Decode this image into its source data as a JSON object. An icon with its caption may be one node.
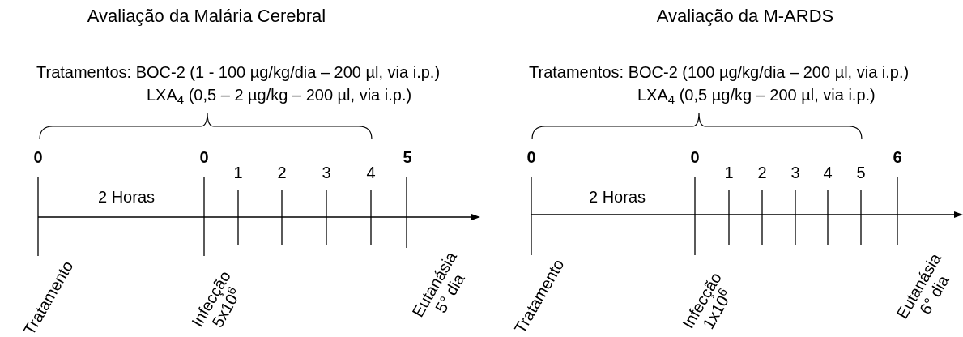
{
  "diagram": {
    "labels": [
      "Avaliação da Malária Cerebral",
      "Tratamentos: BOC-2 (1 - 100 µg/kg/dia – 200 µl, via i.p.)",
      "LXA$_{4}$ (0,5 – 2 µg/kg – 200 µl, via i.p.)",
      "0",
      "0",
      "5",
      "1",
      "2",
      "3",
      "4",
      "2 Horas",
      "Tratamento",
      "Infecção 5x10$^{6}$",
      "Eutanásia 5° dia",
      "Avaliação da M-ARDS",
      "Tratamentos: BOC-2 (100 µg/kg/dia – 200 µl, via i.p.)",
      "LXA$_{4}$ (0,5 µg/kg – 200 µl, via i.p.)",
      "0",
      "0",
      "6",
      "1",
      "2",
      "3",
      "4",
      "5",
      "2 Horas",
      "Tratamento",
      "Infecção 1x10$^{6}$",
      "Eutanásia 6° dia"
    ]
  }
}
